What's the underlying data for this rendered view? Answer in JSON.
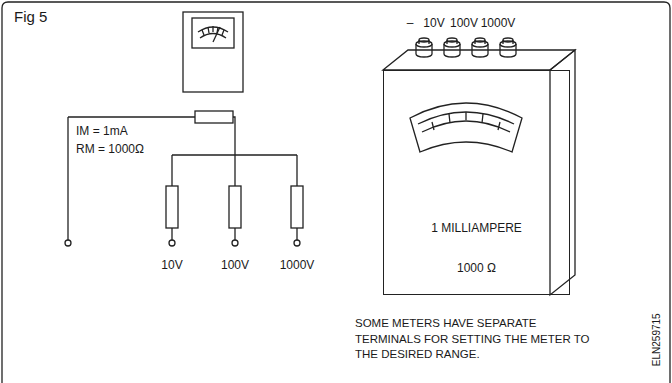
{
  "diagram": {
    "title": "Fig 5",
    "nodes": [
      {
        "text": [
          "1 MILLIAMPERE",
          "1000 Ω"
        ]
      }
    ],
    "labels": [
      "IM = 1mA",
      "RM = 1000Ω",
      "10V",
      "100V",
      "1000V",
      "–",
      "10V",
      "100V",
      "1000V",
      "SOME METERS HAVE SEPARATE TERMINALS FOR SETTING THE METER TO THE DESIRED RANGE.",
      "ELN259715"
    ]
  }
}
